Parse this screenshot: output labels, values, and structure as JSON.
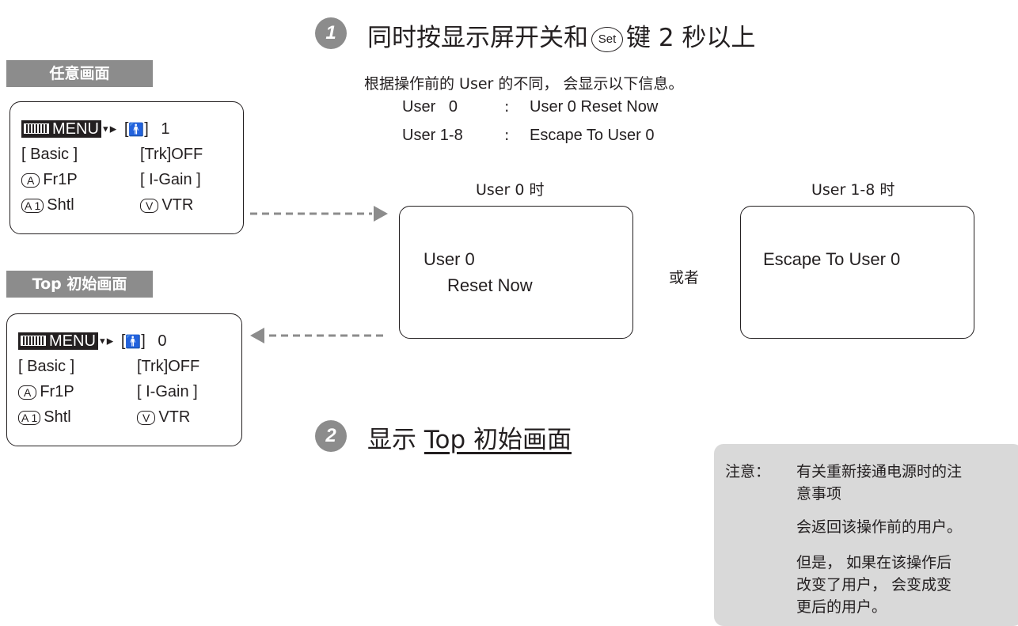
{
  "left": {
    "tab_any": "任意画面",
    "tab_top": "Top 初始画面",
    "panel_any": {
      "menu": "MENU",
      "user_num": "1",
      "basic": "[ Basic ]",
      "trk": "[Trk]OFF",
      "key_a": "A",
      "fr1p": "Fr1P",
      "igain": "[ I-Gain ]",
      "key_a1": "A 1",
      "shtl": "Shtl",
      "key_v": "V",
      "vtr": "VTR"
    },
    "panel_top": {
      "menu": "MENU",
      "user_num": "0",
      "basic": "[ Basic ]",
      "trk": "[Trk]OFF",
      "key_a": "A",
      "fr1p": "Fr1P",
      "igain": "[ I-Gain ]",
      "key_a1": "A 1",
      "shtl": "Shtl",
      "key_v": "V",
      "vtr": "VTR"
    }
  },
  "step1": {
    "num": "1",
    "title_a": "同时按显示屏开关和",
    "set_key": "Set",
    "title_b": "键 2 秒以上",
    "desc": "根据操作前的 User 的不同， 会显示以下信息。",
    "row1_left": "User   0",
    "row1_colon": ":",
    "row1_right": "User 0 Reset Now",
    "row2_left": "User 1-8",
    "row2_colon": ":",
    "row2_right": "Escape To User 0"
  },
  "screens": {
    "user0_caption": "User 0 时",
    "user0_line1": "User 0",
    "user0_line2": "Reset Now",
    "or": "或者",
    "user18_caption": "User 1-8 时",
    "user18_line1": "Escape To User 0"
  },
  "step2": {
    "num": "2",
    "title_a": "显示 ",
    "title_link": "Top 初始画面"
  },
  "note": {
    "label": "注意：",
    "p1": "有关重新接通电源时的注\n意事项",
    "p2": "会返回该操作前的用户。",
    "p3": "但是， 如果在该操作后\n改变了用户， 会变成变\n更后的用户。"
  },
  "colors": {
    "accent_gray": "#8c8c8c",
    "note_bg": "#d9d9d9",
    "ink": "#231f20"
  }
}
